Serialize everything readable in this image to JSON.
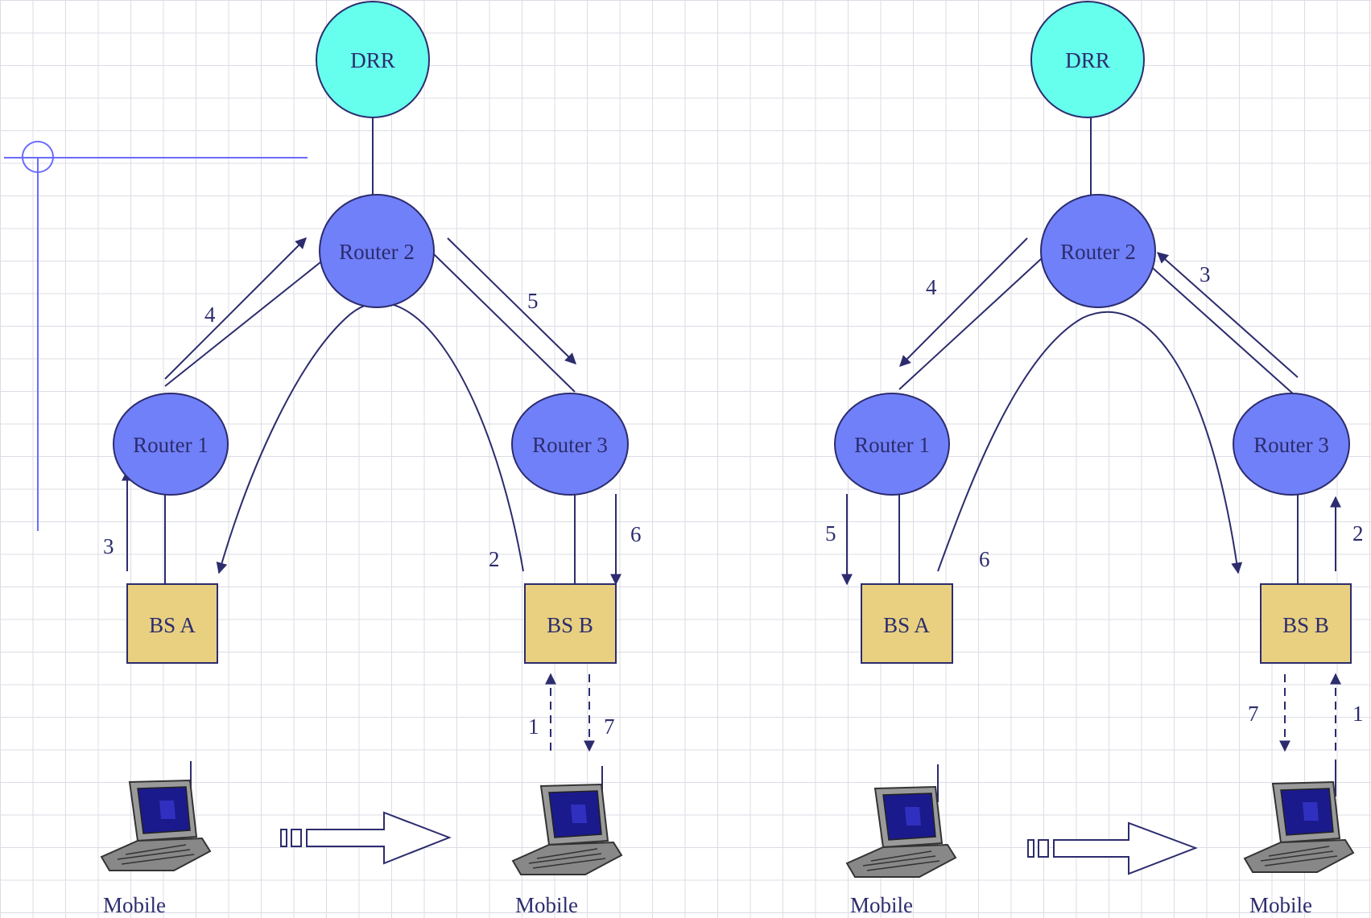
{
  "panels": [
    {
      "id": "left",
      "drr": "DRR",
      "router1": "Router 1",
      "router2": "Router 2",
      "router3": "Router 3",
      "bs_a": "BS A",
      "bs_b": "BS B",
      "mobile_left": "Mobile",
      "mobile_right": "Mobile",
      "steps": [
        "1",
        "2",
        "3",
        "4",
        "5",
        "6",
        "7"
      ]
    },
    {
      "id": "right",
      "drr": "DRR",
      "router1": "Router 1",
      "router2": "Router 2",
      "router3": "Router 3",
      "bs_a": "BS A",
      "bs_b": "BS B",
      "mobile_left": "Mobile",
      "mobile_right": "Mobile",
      "steps": [
        "1",
        "2",
        "3",
        "4",
        "5",
        "6",
        "7"
      ]
    }
  ],
  "colors": {
    "drr_fill": "#66ffee",
    "router_fill": "#7080f8",
    "bs_fill": "#e8d080",
    "line": "#2c2c6e",
    "decoration": "#6b6bff"
  },
  "icons": {
    "mobile": "laptop-icon",
    "movement": "hollow-arrow-icon"
  }
}
